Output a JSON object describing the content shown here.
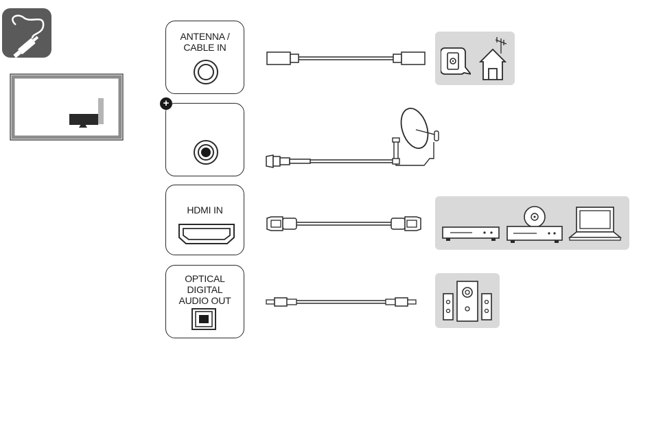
{
  "header": {
    "icon": "cable-connection-icon"
  },
  "tv_diagram": {
    "icon": "tv-rear-port-location-icon"
  },
  "rows": [
    {
      "id": "antenna",
      "port_label": "ANTENNA /\nCABLE IN",
      "port_icon": "coaxial-port-icon",
      "cable_icon": "coaxial-cable-icon",
      "device_icons": [
        "wall-antenna-outlet-icon",
        "house-antenna-icon"
      ]
    },
    {
      "id": "satellite",
      "port_label": "",
      "badge": "+",
      "port_icon": "satellite-port-icon",
      "cable_icon": "satellite-cable-icon",
      "device_icons": [
        "satellite-dish-icon"
      ]
    },
    {
      "id": "hdmi",
      "port_label": "HDMI IN",
      "port_icon": "hdmi-port-icon",
      "cable_icon": "hdmi-cable-icon",
      "device_icons": [
        "set-top-box-icon",
        "dvd-player-icon",
        "laptop-icon"
      ]
    },
    {
      "id": "optical",
      "port_label": "OPTICAL\nDIGITAL\nAUDIO OUT",
      "port_icon": "optical-port-icon",
      "cable_icon": "optical-cable-icon",
      "device_icons": [
        "speaker-system-icon"
      ]
    }
  ],
  "colors": {
    "header_icon_bg": "#5a5a5a",
    "device_panel_bg": "#d9d9d9",
    "tv_frame": "#8c8c8c",
    "stroke": "#2a2a2a"
  }
}
